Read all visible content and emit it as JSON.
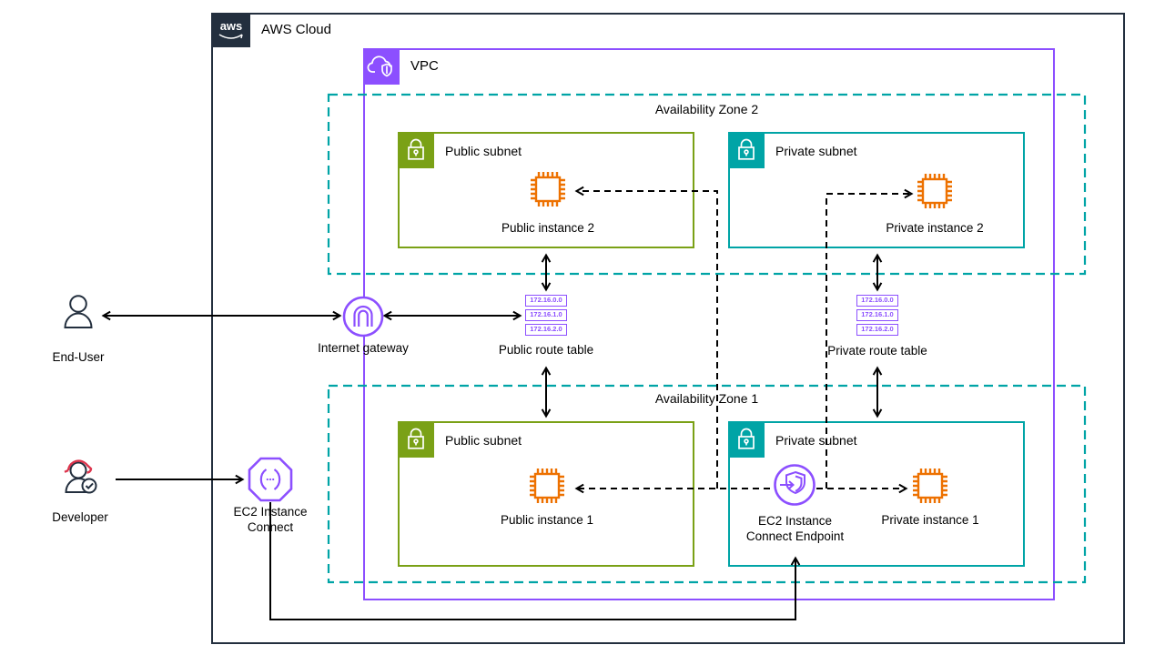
{
  "colors": {
    "aws_dark": "#232F3E",
    "purple": "#8C4FFF",
    "teal": "#00A4A6",
    "green": "#7AA116",
    "orange": "#ED7100",
    "red": "#DD344C",
    "black": "#000000"
  },
  "groups": {
    "aws_cloud": "AWS Cloud",
    "vpc": "VPC",
    "az2": "Availability Zone 2",
    "az1": "Availability Zone 1",
    "public_subnet_az2": "Public subnet",
    "private_subnet_az2": "Private subnet",
    "public_subnet_az1": "Public subnet",
    "private_subnet_az1": "Private subnet"
  },
  "actors": {
    "end_user": "End-User",
    "developer": "Developer"
  },
  "nodes": {
    "internet_gateway": "Internet gateway",
    "public_route_table": {
      "label": "Public route table",
      "routes": [
        "172.16.0.0",
        "172.16.1.0",
        "172.16.2.0"
      ]
    },
    "private_route_table": {
      "label": "Private route table",
      "routes": [
        "172.16.0.0",
        "172.16.1.0",
        "172.16.2.0"
      ]
    },
    "ec2_instance_connect": {
      "line1": "EC2 Instance",
      "line2": "Connect"
    },
    "ec2_instance_connect_endpoint": {
      "line1": "EC2 Instance",
      "line2": "Connect Endpoint"
    },
    "public_instance_2": "Public instance 2",
    "private_instance_2": "Private instance 2",
    "public_instance_1": "Public instance 1",
    "private_instance_1": "Private instance 1"
  },
  "icons": [
    "aws-cloud-icon",
    "vpc-icon",
    "public-subnet-lock-icon",
    "private-subnet-lock-icon",
    "internet-gateway-icon",
    "route-table-icon",
    "ec2-instance-icon",
    "ec2-instance-connect-icon",
    "ec2-instance-connect-endpoint-icon",
    "end-user-icon",
    "developer-icon"
  ]
}
